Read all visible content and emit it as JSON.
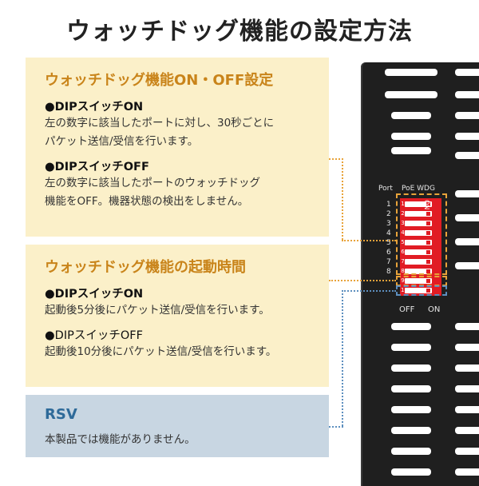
{
  "title": "ウォッチドッグ機能の設定方法",
  "panel1": {
    "heading": "ウォッチドッグ機能ON・OFF設定",
    "items": [
      {
        "label": "●DIPスイッチON",
        "lines": [
          "左の数字に該当したポートに対し、30秒ごとに",
          "パケット送信/受信を行います。"
        ]
      },
      {
        "label": "●DIPスイッチOFF",
        "lines": [
          "左の数字に該当したポートのウォッチドッグ",
          "機能をOFF。機器状態の検出をしません。"
        ]
      }
    ]
  },
  "panel2": {
    "heading": "ウォッチドッグ機能の起動時間",
    "items": [
      {
        "label": "●DIPスイッチON",
        "lines": [
          "起動後5分後にパケット送信/受信を行います。"
        ]
      },
      {
        "label": "●DIPスイッチOFF",
        "lines": [
          "起動後10分後にパケット送信/受信を行います。"
        ]
      }
    ]
  },
  "panel3": {
    "heading": "RSV",
    "text": "本製品では機能がありません。"
  },
  "device": {
    "header_port": "Port",
    "header_poe": "PoE WDG",
    "port_numbers": [
      "1",
      "2",
      "3",
      "4",
      "5",
      "6",
      "7",
      "8"
    ],
    "switch_numbers": [
      "1",
      "2",
      "3",
      "4",
      "5",
      "6",
      "7",
      "8",
      "9",
      "10"
    ],
    "switch_on_label": "ON",
    "off_label": "OFF",
    "on_label": "ON"
  },
  "colors": {
    "yellow_panel": "#fbf0c9",
    "blue_panel": "#c8d6e2",
    "accent_orange": "#c9841a",
    "accent_blue": "#2e6a99",
    "dip_red": "#e11c24",
    "device_body": "#1f1f1f"
  }
}
